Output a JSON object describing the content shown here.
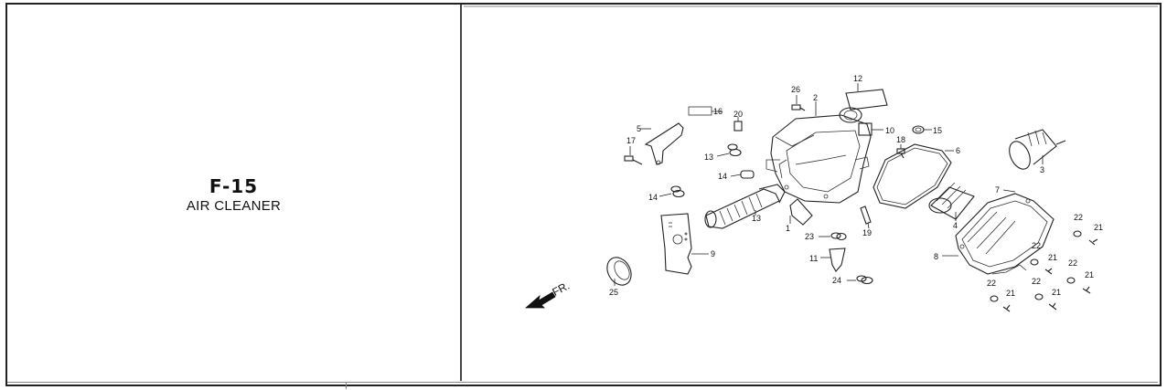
{
  "section": {
    "code": "F-15",
    "name": "AIR CLEANER"
  },
  "diagram": {
    "direction_label": "FR.",
    "callouts": [
      "1",
      "2",
      "3",
      "4",
      "5",
      "6",
      "7",
      "8",
      "9",
      "10",
      "11",
      "12",
      "13",
      "14",
      "14",
      "15",
      "16",
      "17",
      "18",
      "19",
      "19",
      "20",
      "21",
      "21",
      "21",
      "21",
      "21",
      "22",
      "22",
      "22",
      "22",
      "22",
      "22",
      "23",
      "24",
      "25",
      "26"
    ]
  }
}
